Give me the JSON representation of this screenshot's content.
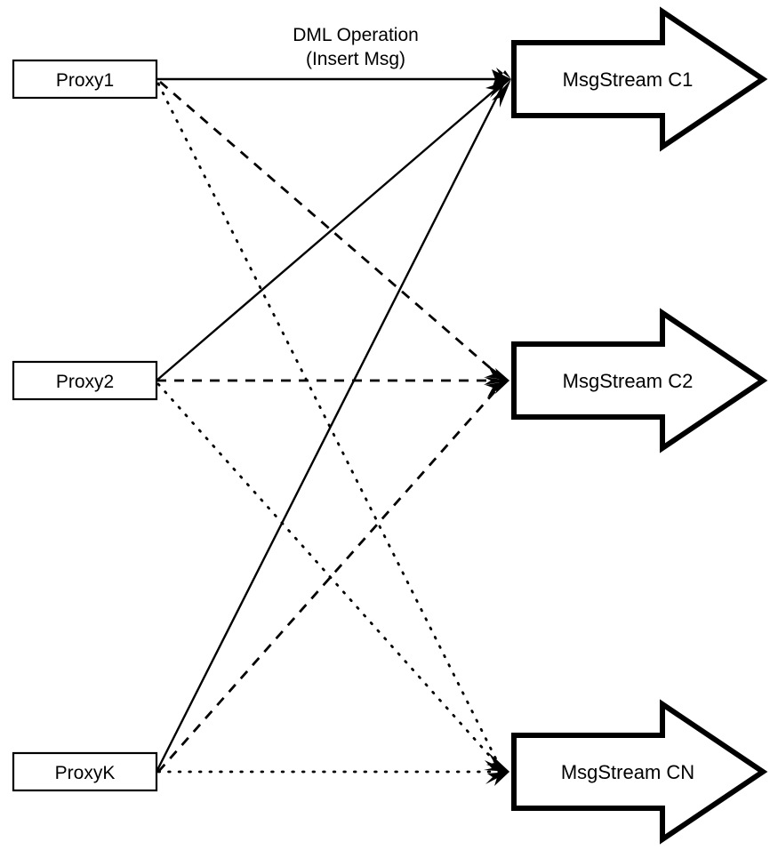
{
  "diagram": {
    "title": "Proxy to MsgStream DML routing diagram",
    "background_color": "#ffffff",
    "stroke_color": "#000000",
    "edge_caption": {
      "line1": "DML Operation",
      "line2": "(Insert Msg)"
    },
    "proxies": [
      {
        "id": "proxy1",
        "label": "Proxy1"
      },
      {
        "id": "proxy2",
        "label": "Proxy2"
      },
      {
        "id": "proxyk",
        "label": "ProxyK"
      }
    ],
    "streams": [
      {
        "id": "stream-c1",
        "label": "MsgStream C1"
      },
      {
        "id": "stream-c2",
        "label": "MsgStream C2"
      },
      {
        "id": "stream-cn",
        "label": "MsgStream CN"
      }
    ],
    "edges": [
      {
        "from": "Proxy1",
        "to": "MsgStream C1",
        "style": "solid"
      },
      {
        "from": "Proxy1",
        "to": "MsgStream C2",
        "style": "dashed"
      },
      {
        "from": "Proxy1",
        "to": "MsgStream CN",
        "style": "dotted"
      },
      {
        "from": "Proxy2",
        "to": "MsgStream C1",
        "style": "solid"
      },
      {
        "from": "Proxy2",
        "to": "MsgStream C2",
        "style": "dashed"
      },
      {
        "from": "Proxy2",
        "to": "MsgStream CN",
        "style": "dotted"
      },
      {
        "from": "ProxyK",
        "to": "MsgStream C1",
        "style": "solid"
      },
      {
        "from": "ProxyK",
        "to": "MsgStream C2",
        "style": "dashed"
      },
      {
        "from": "ProxyK",
        "to": "MsgStream CN",
        "style": "dotted"
      }
    ]
  }
}
